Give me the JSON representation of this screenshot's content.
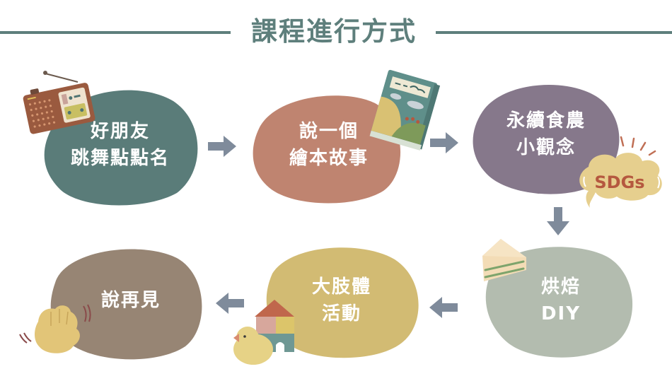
{
  "title": "課程進行方式",
  "colors": {
    "title": "#5e7f7c",
    "arrow": "#7f8b9b",
    "step1": "#5a7c79",
    "step2": "#bf8470",
    "step3": "#86788b",
    "step4": "#b3bcaf",
    "step5": "#d2bb73",
    "step6": "#978574"
  },
  "steps": [
    {
      "line1": "好朋友",
      "line2": "跳舞點點名",
      "icon": "radio-icon"
    },
    {
      "line1": "說一個",
      "line2": "繪本故事",
      "icon": "picture-book-icon"
    },
    {
      "line1": "永續食農",
      "line2": "小觀念",
      "icon": "sdgs-speech-bubble-icon",
      "badge": "SDGs"
    },
    {
      "line1": "烘焙",
      "line2": "DIY",
      "icon": "cake-slice-icon"
    },
    {
      "line1": "大肢體",
      "line2": "活動",
      "icon": "toy-blocks-duck-icon"
    },
    {
      "line1": "說再見",
      "line2": "",
      "icon": "waving-hand-icon"
    }
  ]
}
